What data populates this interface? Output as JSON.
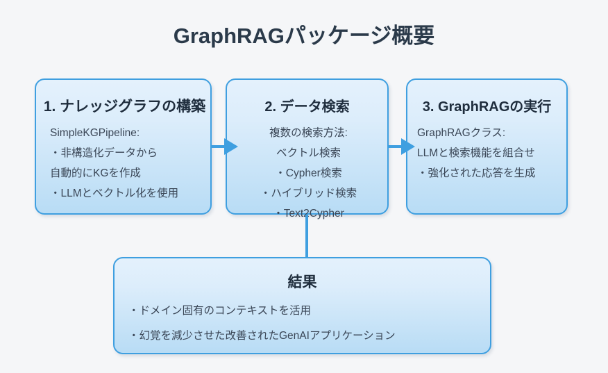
{
  "title": "GraphRAGパッケージ概要",
  "background_color": "#f5f6f8",
  "accent_color": "#3f9fe0",
  "title_color": "#2b3a4a",
  "nodes": {
    "build": {
      "title": "1. ナレッジグラフの構築",
      "lines": [
        "SimpleKGPipeline:",
        "・非構造化データから",
        "自動的にKGを作成",
        "・LLMとベクトル化を使用"
      ]
    },
    "retrieve": {
      "title": "2. データ検索",
      "lines": [
        "複数の検索方法:",
        "ベクトル検索",
        "・Cypher検索",
        "・ハイブリッド検索",
        "・Text2Cypher"
      ]
    },
    "run": {
      "title": "3. GraphRAGの実行",
      "lines": [
        "GraphRAGクラス:",
        "LLMと検索機能を組合せ",
        "・強化された応答を生成"
      ]
    },
    "result": {
      "title": "結果",
      "lines": [
        "・ドメイン固有のコンテキストを活用",
        "・幻覚を減少させた改善されたGenAIアプリケーション"
      ]
    }
  },
  "connectors": [
    {
      "name": "build-to-retrieve",
      "from": "build",
      "to": "retrieve",
      "style": "arrow-right"
    },
    {
      "name": "retrieve-to-run",
      "from": "retrieve",
      "to": "run",
      "style": "arrow-right"
    },
    {
      "name": "retrieve-to-result",
      "from": "retrieve",
      "to": "result",
      "style": "line-down"
    }
  ]
}
